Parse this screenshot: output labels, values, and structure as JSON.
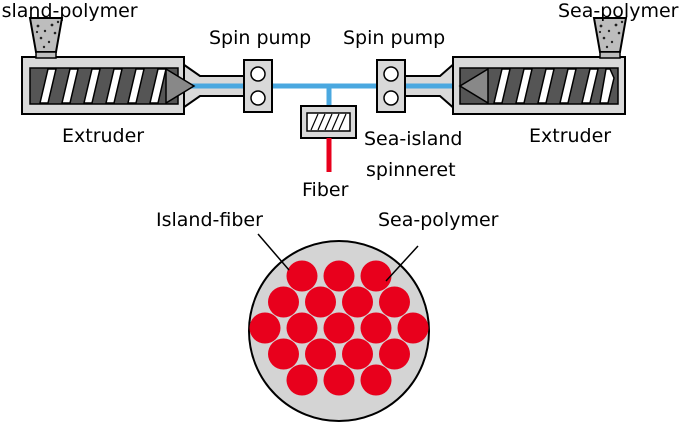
{
  "labels": {
    "island_polymer": "Island-polymer",
    "sea_polymer_top": "Sea-polymer",
    "spin_pump_left": "Spin pump",
    "spin_pump_right": "Spin pump",
    "extruder_left": "Extruder",
    "extruder_right": "Extruder",
    "spinneret_line1": "Sea-island",
    "spinneret_line2": "spinneret",
    "fiber": "Fiber",
    "island_fiber": "Island-fiber",
    "sea_polymer_cross": "Sea-polymer"
  },
  "colors": {
    "flow_line": "#4aa8e0",
    "fiber": "#e8001c",
    "island": "#e8001c",
    "sea_matrix": "#d4d4d4",
    "equipment": "#d9d9d9",
    "outline": "#000000"
  },
  "cross_section": {
    "island_count": 19,
    "island_rows": [
      3,
      4,
      5,
      4,
      3
    ]
  }
}
